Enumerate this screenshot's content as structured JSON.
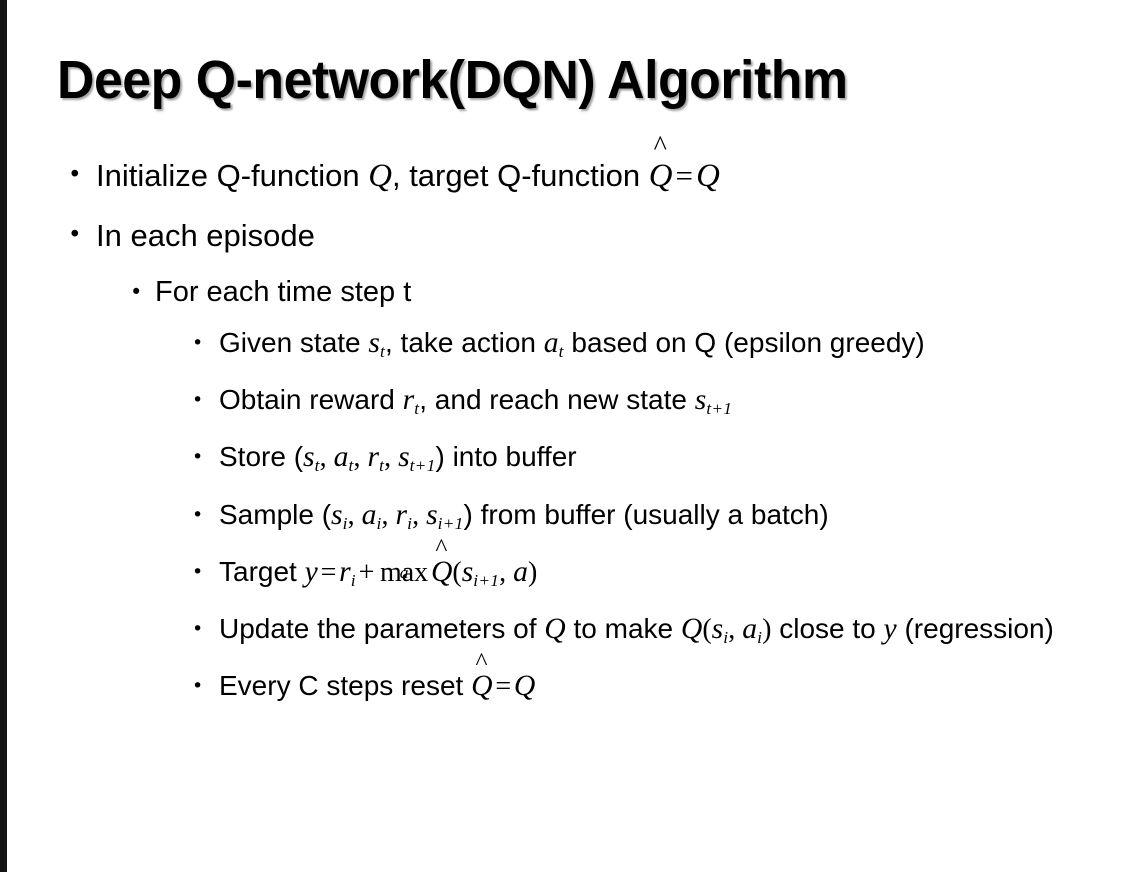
{
  "slide": {
    "title": "Deep Q-network(DQN) Algorithm",
    "bullet_glyph": "•",
    "accent_bar_color": "#141414",
    "text_color": "#000000",
    "background_color": "#ffffff"
  },
  "content": {
    "b1": {
      "text_a": "Initialize Q-function ",
      "var_q1": "Q",
      "text_b": ", target Q-function ",
      "hat_q": "Q",
      "hat": "^",
      "eq": "=",
      "var_q2": "Q"
    },
    "b2": {
      "text": "In each episode"
    },
    "b3": {
      "text": "For each time step t"
    },
    "b4": {
      "text_a": "Given state ",
      "var_s": "s",
      "sub_s": "t",
      "text_b": ", take action ",
      "var_a": "a",
      "sub_a": "t",
      "text_c": " based on Q (epsilon greedy)"
    },
    "b5": {
      "text_a": "Obtain reward ",
      "var_r": "r",
      "sub_r": "t",
      "text_b": ", and reach new state ",
      "var_s": "s",
      "sub_s": "t+1"
    },
    "b6": {
      "text_a": "Store (",
      "var_s1": "s",
      "sub_s1": "t",
      "sep1": ", ",
      "var_a": "a",
      "sub_a": "t",
      "sep2": ", ",
      "var_r": "r",
      "sub_r": "t",
      "sep3": ", ",
      "var_s2": "s",
      "sub_s2": "t+1",
      "text_b": ") into buffer"
    },
    "b7": {
      "text_a": "Sample (",
      "var_s1": "s",
      "sub_s1": "i",
      "sep1": ", ",
      "var_a": "a",
      "sub_a": "i",
      "sep2": ", ",
      "var_r": "r",
      "sub_r": "i",
      "sep3": ", ",
      "var_s2": "s",
      "sub_s2": "i+1",
      "text_b": ") from buffer (usually a batch)"
    },
    "b8": {
      "text_a": "Target ",
      "var_y": "y",
      "eq": "=",
      "var_r": "r",
      "sub_r": "i",
      "plus": "+",
      "max_op": "max",
      "max_under": "a",
      "hat_q": "Q",
      "hat": "^",
      "paren_open": "(",
      "var_s": "s",
      "sub_s": "i+1",
      "sep": ", ",
      "var_a": "a",
      "paren_close": ")"
    },
    "b9": {
      "text_a": "Update the parameters of ",
      "var_q1": "Q",
      "text_b": " to make ",
      "var_q2": "Q",
      "paren_open": "(",
      "var_s": "s",
      "sub_s": "i",
      "sep": ", ",
      "var_a": "a",
      "sub_a": "i",
      "paren_close": ")",
      "text_c": " close to ",
      "var_y": "y",
      "text_d": " (regression)"
    },
    "b10": {
      "text_a": "Every C steps reset ",
      "hat_q": "Q",
      "hat": "^",
      "eq": "=",
      "var_q": "Q"
    }
  }
}
